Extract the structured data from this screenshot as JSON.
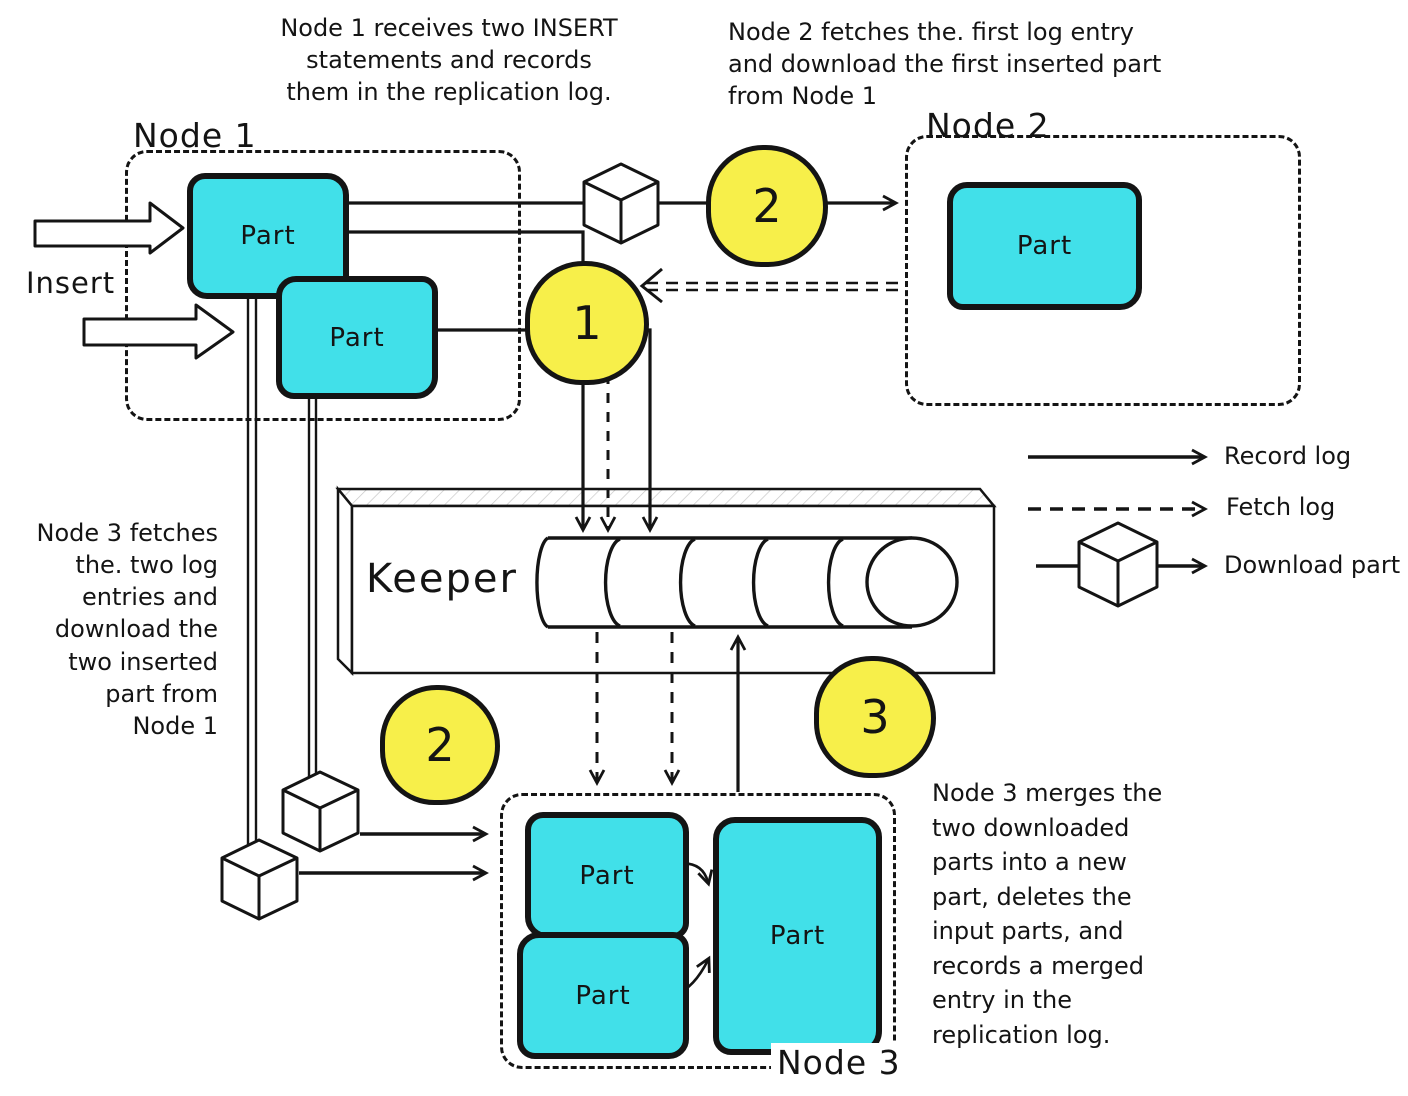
{
  "labels": {
    "part": "Part",
    "insert": "Insert",
    "keeper": "Keeper"
  },
  "nodes": {
    "node1": "Node 1",
    "node2": "Node 2",
    "node3": "Node 3"
  },
  "steps": {
    "one": "1",
    "two": "2",
    "three": "3"
  },
  "legend": {
    "record_log": "Record log",
    "fetch_log": "Fetch log",
    "download_part": "Download part"
  },
  "annotations": {
    "node1_insert_lines": [
      "Node 1 receives two INSERT",
      "statements and records",
      "them in the replication log."
    ],
    "node2_fetch_lines": [
      "Node 2 fetches the. first log entry",
      "and download the first inserted part",
      "from Node 1"
    ],
    "node3_fetch_lines": [
      "Node 3 fetches",
      "the. two log",
      "entries and",
      "download the",
      "two inserted",
      "part from",
      "Node 1"
    ],
    "node3_merge_lines": [
      "Node 3 merges the",
      "two downloaded",
      "parts into a new",
      "part, deletes the",
      "input parts, and",
      "records a merged",
      "entry in the",
      "replication log."
    ]
  },
  "colors": {
    "part_fill": "#41E0E9",
    "step_fill": "#F7EF4A",
    "stroke": "#141414"
  }
}
